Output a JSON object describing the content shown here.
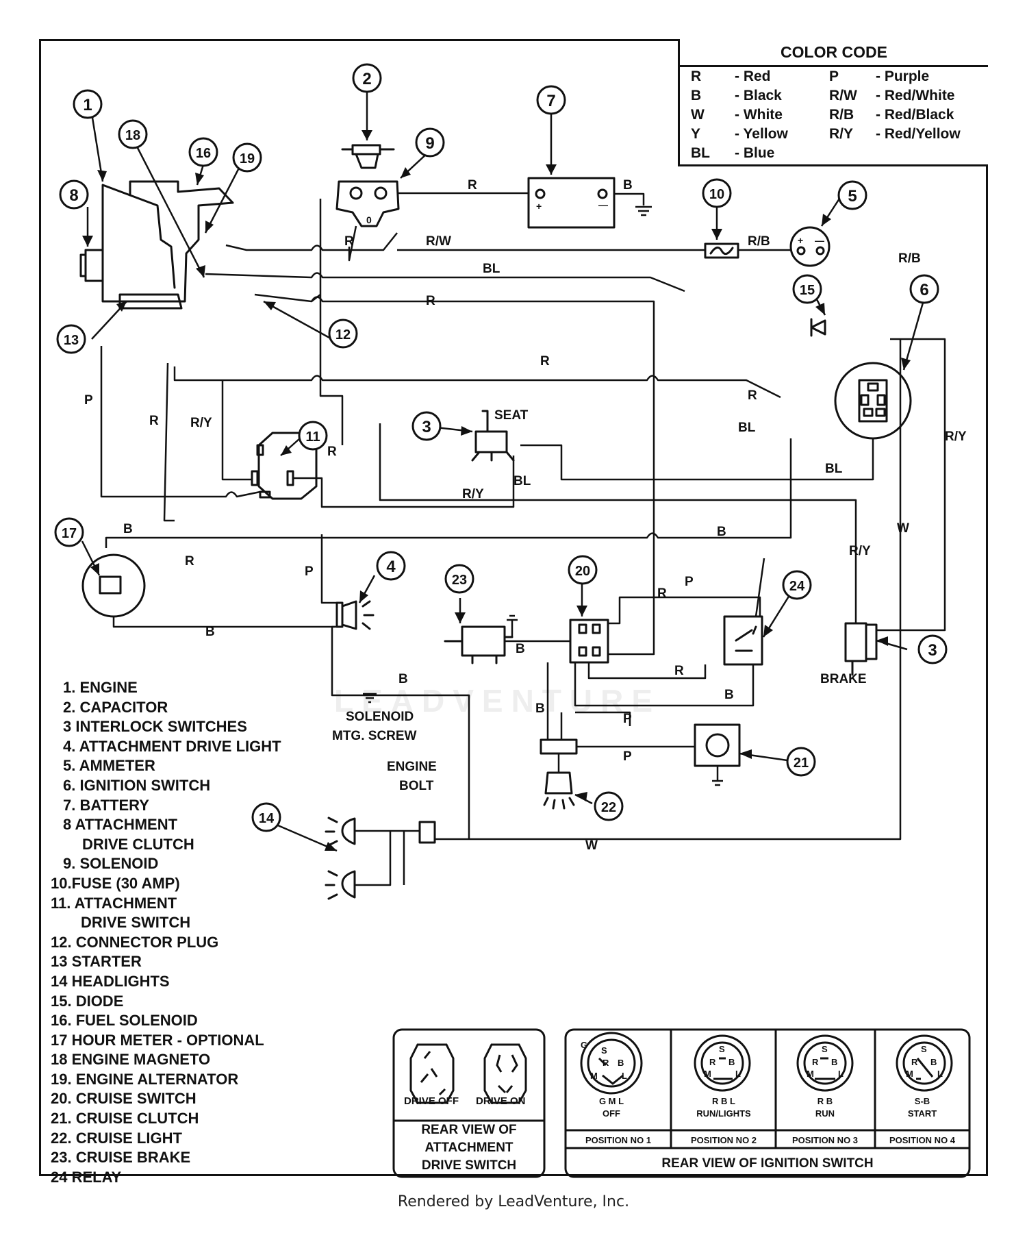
{
  "color_code": {
    "title": "COLOR CODE",
    "rows": [
      {
        "code": "R",
        "name": "- Red",
        "code2": "P",
        "name2": "- Purple"
      },
      {
        "code": "B",
        "name": "- Black",
        "code2": "R/W",
        "name2": "- Red/White"
      },
      {
        "code": "W",
        "name": "- White",
        "code2": "R/B",
        "name2": "- Red/Black"
      },
      {
        "code": "Y",
        "name": "- Yellow",
        "code2": "R/Y",
        "name2": "- Red/Yellow"
      },
      {
        "code": "BL",
        "name": "- Blue",
        "code2": "",
        "name2": ""
      }
    ]
  },
  "legend": [
    "1. ENGINE",
    "2. CAPACITOR",
    "3  INTERLOCK SWITCHES",
    "4. ATTACHMENT DRIVE LIGHT",
    "5. AMMETER",
    "6. IGNITION SWITCH",
    "7. BATTERY",
    "8  ATTACHMENT",
    "DRIVE CLUTCH",
    "9. SOLENOID",
    "10.FUSE (30 AMP)",
    "11. ATTACHMENT",
    "DRIVE SWITCH",
    "12. CONNECTOR PLUG",
    "13  STARTER",
    "14  HEADLIGHTS",
    "15. DIODE",
    "16. FUEL SOLENOID",
    "17  HOUR METER  - OPTIONAL",
    "18  ENGINE MAGNETO",
    "19. ENGINE ALTERNATOR",
    "20. CRUISE SWITCH",
    "21. CRUISE CLUTCH",
    "22. CRUISE LIGHT",
    "23. CRUISE BRAKE",
    "24  RELAY"
  ],
  "callouts": [
    "1",
    "2",
    "3",
    "3",
    "4",
    "5",
    "6",
    "7",
    "8",
    "9",
    "10",
    "11",
    "12",
    "13",
    "14",
    "15",
    "16",
    "17",
    "18",
    "19",
    "20",
    "21",
    "22",
    "23",
    "24"
  ],
  "wire_labels": {
    "r": "R",
    "b": "B",
    "w": "W",
    "p": "P",
    "bl": "BL",
    "rw": "R/W",
    "rb": "R/B",
    "ry": "R/Y"
  },
  "component_labels": {
    "seat": "SEAT",
    "brake": "BRAKE",
    "solenoid_mtg_1": "SOLENOID",
    "solenoid_mtg_2": "MTG. SCREW",
    "engine_bolt_1": "ENGINE",
    "engine_bolt_2": "BOLT",
    "battery_plus": "+",
    "battery_minus": "—",
    "ammeter_plus": "+",
    "ammeter_minus": "—",
    "solenoid_zero": "0"
  },
  "attachment_switch_view": {
    "drive_off": "DRIVE OFF",
    "drive_on": "DRIVE ON",
    "title_1": "REAR VIEW OF",
    "title_2": "ATTACHMENT",
    "title_3": "DRIVE SWITCH"
  },
  "ignition_switch_view": {
    "title": "REAR VIEW OF IGNITION SWITCH",
    "positions": [
      {
        "label_1": "G M L",
        "label_2": "OFF",
        "position": "POSITION NO  1"
      },
      {
        "label_1": "R B L",
        "label_2": "RUN/LIGHTS",
        "position": "POSITION NO  2"
      },
      {
        "label_1": "R B",
        "label_2": "RUN",
        "position": "POSITION NO  3"
      },
      {
        "label_1": "S-B",
        "label_2": "START",
        "position": "POSITION NO  4"
      }
    ],
    "terminal_letters": {
      "s": "S",
      "r": "R",
      "b": "B",
      "m": "M",
      "l": "L",
      "g": "G"
    }
  },
  "watermark": "LEADVENTURE",
  "credit": "Rendered by LeadVenture, Inc."
}
